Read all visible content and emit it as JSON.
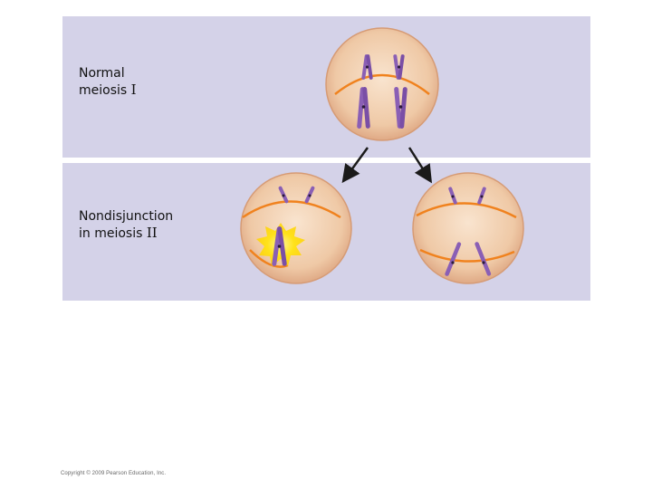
{
  "panels": {
    "top": {
      "label_line1": "Normal",
      "label_line2_text": "meiosis ",
      "label_line2_roman": "I"
    },
    "bottom": {
      "label_line1": "Nondisjunction",
      "label_line2_text": "in meiosis ",
      "label_line2_roman": "II"
    }
  },
  "copyright": "Copyright © 2009 Pearson Education, Inc.",
  "colors": {
    "panel_bg": "#d4d2e8",
    "cell_fill": "#efc9a6",
    "cell_edge": "#d9a07a",
    "spindle": "#f0821e",
    "chromosome": "#8a5fb5",
    "highlight": "#ffe21a",
    "arrow": "#1a1a1a"
  }
}
